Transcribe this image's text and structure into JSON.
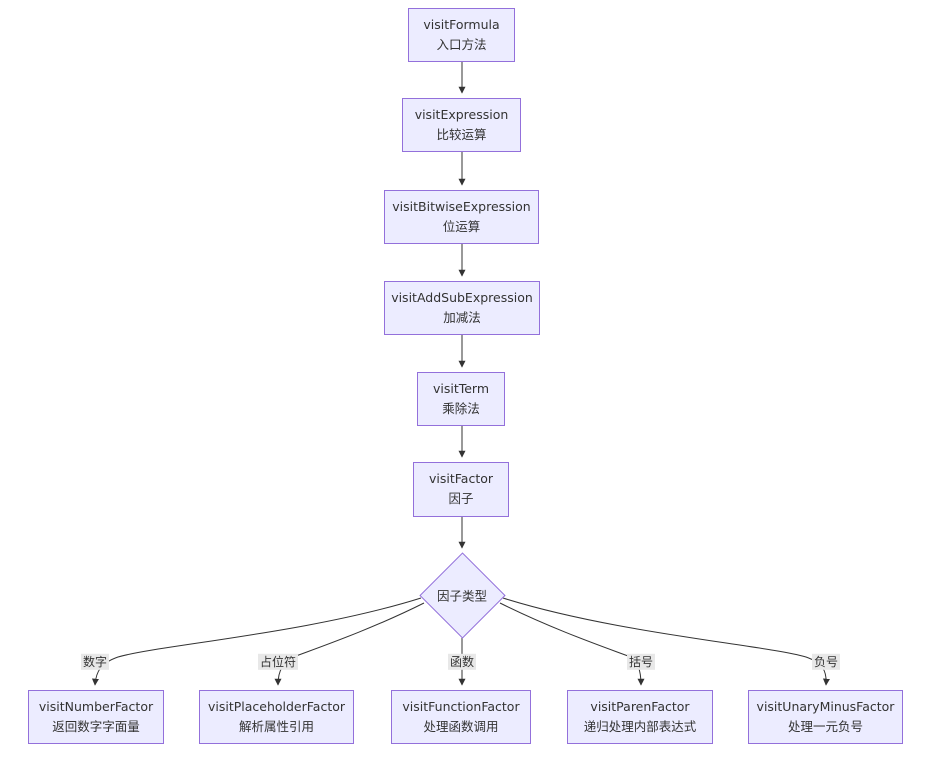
{
  "diagram": {
    "type": "flowchart",
    "direction": "top-down",
    "colors": {
      "node_fill": "#ECECFF",
      "node_border": "#9370DB",
      "edge_stroke": "#333333",
      "edge_label_bg": "#e8e8e8",
      "text": "#333333",
      "background": "#ffffff"
    },
    "nodes": [
      {
        "id": "visitFormula",
        "label": "visitFormula",
        "desc": "入口方法",
        "shape": "rect"
      },
      {
        "id": "visitExpression",
        "label": "visitExpression",
        "desc": "比较运算",
        "shape": "rect"
      },
      {
        "id": "visitBitwiseExpression",
        "label": "visitBitwiseExpression",
        "desc": "位运算",
        "shape": "rect"
      },
      {
        "id": "visitAddSubExpression",
        "label": "visitAddSubExpression",
        "desc": "加减法",
        "shape": "rect"
      },
      {
        "id": "visitTerm",
        "label": "visitTerm",
        "desc": "乘除法",
        "shape": "rect"
      },
      {
        "id": "visitFactor",
        "label": "visitFactor",
        "desc": "因子",
        "shape": "rect"
      },
      {
        "id": "factorType",
        "label": "因子类型",
        "desc": "",
        "shape": "diamond"
      },
      {
        "id": "visitNumberFactor",
        "label": "visitNumberFactor",
        "desc": "返回数字字面量",
        "shape": "rect"
      },
      {
        "id": "visitPlaceholderFactor",
        "label": "visitPlaceholderFactor",
        "desc": "解析属性引用",
        "shape": "rect"
      },
      {
        "id": "visitFunctionFactor",
        "label": "visitFunctionFactor",
        "desc": "处理函数调用",
        "shape": "rect"
      },
      {
        "id": "visitParenFactor",
        "label": "visitParenFactor",
        "desc": "递归处理内部表达式",
        "shape": "rect"
      },
      {
        "id": "visitUnaryMinusFactor",
        "label": "visitUnaryMinusFactor",
        "desc": "处理一元负号",
        "shape": "rect"
      }
    ],
    "edges": [
      {
        "from": "visitFormula",
        "to": "visitExpression",
        "label": ""
      },
      {
        "from": "visitExpression",
        "to": "visitBitwiseExpression",
        "label": ""
      },
      {
        "from": "visitBitwiseExpression",
        "to": "visitAddSubExpression",
        "label": ""
      },
      {
        "from": "visitAddSubExpression",
        "to": "visitTerm",
        "label": ""
      },
      {
        "from": "visitTerm",
        "to": "visitFactor",
        "label": ""
      },
      {
        "from": "visitFactor",
        "to": "factorType",
        "label": ""
      },
      {
        "from": "factorType",
        "to": "visitNumberFactor",
        "label": "数字"
      },
      {
        "from": "factorType",
        "to": "visitPlaceholderFactor",
        "label": "占位符"
      },
      {
        "from": "factorType",
        "to": "visitFunctionFactor",
        "label": "函数"
      },
      {
        "from": "factorType",
        "to": "visitParenFactor",
        "label": "括号"
      },
      {
        "from": "factorType",
        "to": "visitUnaryMinusFactor",
        "label": "负号"
      }
    ]
  }
}
